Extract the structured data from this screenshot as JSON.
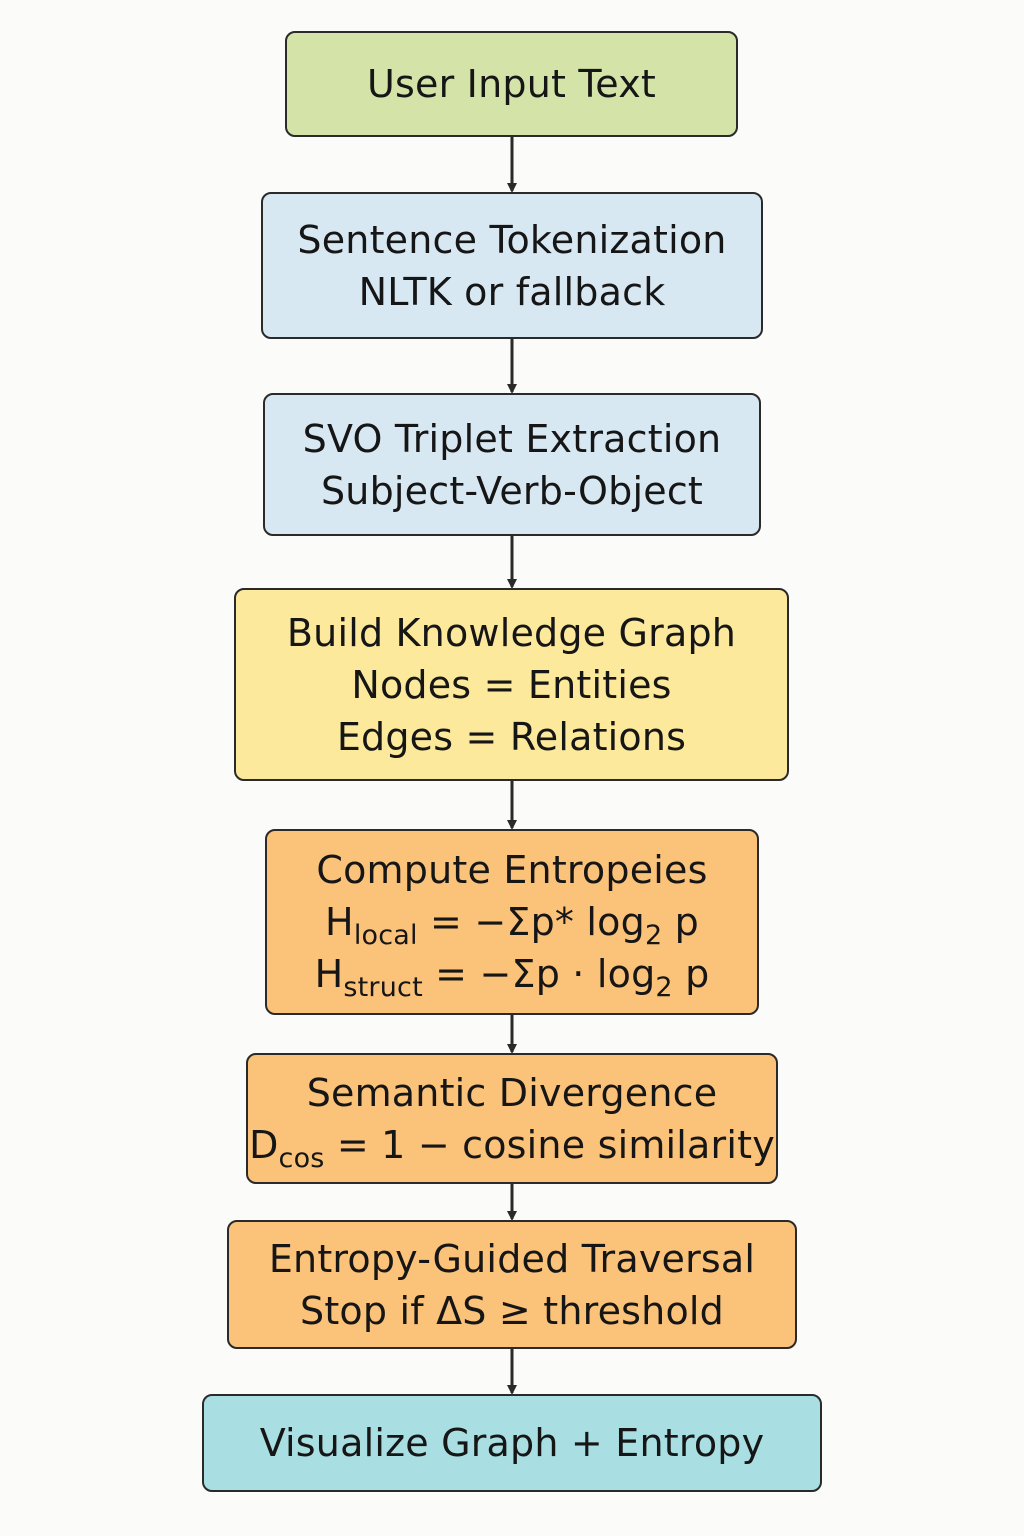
{
  "colors": {
    "input_fill": "#d4e4a8",
    "preprocess_fill": "#d8e8f3",
    "graph_fill": "#fce99c",
    "compute_fill": "#fbc27a",
    "output_fill": "#a9dfe2",
    "border": "#2a2a2a",
    "arrow": "#2a2a2a"
  },
  "steps": [
    {
      "lines": [
        "User Input Text"
      ]
    },
    {
      "lines": [
        "Sentence Tokenization",
        "NLTK or fallback"
      ]
    },
    {
      "lines": [
        "SVO Triplet Extraction",
        "Subject-Verb-Object"
      ]
    },
    {
      "lines": [
        "Build Knowledge Graph",
        "Nodes = Entities",
        "Edges = Relations"
      ]
    },
    {
      "title": "Compute Entropeies",
      "formula1": {
        "var": "H",
        "sub": "local",
        "expr": " = −Σp* log",
        "log_base": "2",
        "tail": " p"
      },
      "formula2": {
        "var": "H",
        "sub": "struct",
        "expr": " = −Σp · log",
        "log_base": "2",
        "tail": " p"
      }
    },
    {
      "title": "Semantic Divergence",
      "formula": {
        "var": "D",
        "sub": "cos",
        "expr": " = 1 − cosine similarity"
      }
    },
    {
      "lines": [
        "Entropy-Guided Traversal",
        "Stop if ΔS ≥ threshold"
      ]
    },
    {
      "lines": [
        "Visualize Graph + Entropy"
      ]
    }
  ]
}
